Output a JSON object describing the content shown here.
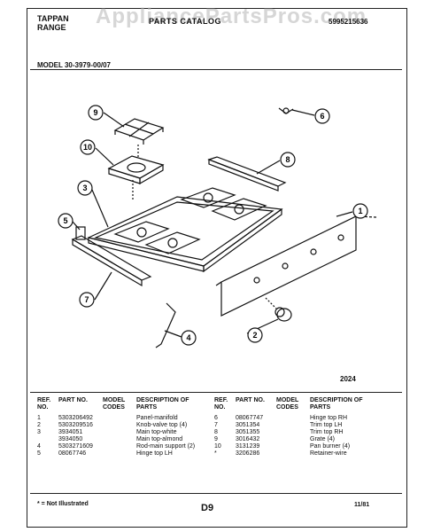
{
  "header": {
    "brand_line1": "TAPPAN",
    "brand_line2": "RANGE",
    "catalog_title": "PARTS CATALOG",
    "catalog_number": "5995215636",
    "watermark": "AppliancePartsPros.com"
  },
  "model": "MODEL 30-3979-00/07",
  "figure_number": "2024",
  "callouts": [
    "1",
    "2",
    "3",
    "4",
    "5",
    "6",
    "7",
    "8",
    "9",
    "10"
  ],
  "table": {
    "headers": {
      "ref_no": "REF. NO.",
      "part_no": "PART NO.",
      "model_codes": "MODEL CODES",
      "description": "DESCRIPTION OF PARTS"
    },
    "left_rows": [
      {
        "ref": "1",
        "part": "5303206492",
        "desc": "Panel-manifold"
      },
      {
        "ref": "2",
        "part": "5303209516",
        "desc": "Knob-valve top (4)"
      },
      {
        "ref": "3",
        "part": "3934051",
        "desc": "Main top-white"
      },
      {
        "ref": "",
        "part": "3934050",
        "desc": "Main top-almond"
      },
      {
        "ref": "4",
        "part": "5303271609",
        "desc": "Rod-main support (2)"
      },
      {
        "ref": "5",
        "part": "08067746",
        "desc": "Hinge top LH"
      }
    ],
    "right_rows": [
      {
        "ref": "6",
        "part": "08067747",
        "desc": "Hinge top RH"
      },
      {
        "ref": "7",
        "part": "3051354",
        "desc": "Trim top LH"
      },
      {
        "ref": "8",
        "part": "3051355",
        "desc": "Trim top RH"
      },
      {
        "ref": "9",
        "part": "3016432",
        "desc": "Grate (4)"
      },
      {
        "ref": "10",
        "part": "3131239",
        "desc": "Pan burner (4)"
      },
      {
        "ref": "*",
        "part": "3206286",
        "desc": "Retainer-wire"
      }
    ]
  },
  "footer": {
    "note": "* = Not Illustrated",
    "page": "D9",
    "date": "11/81"
  }
}
